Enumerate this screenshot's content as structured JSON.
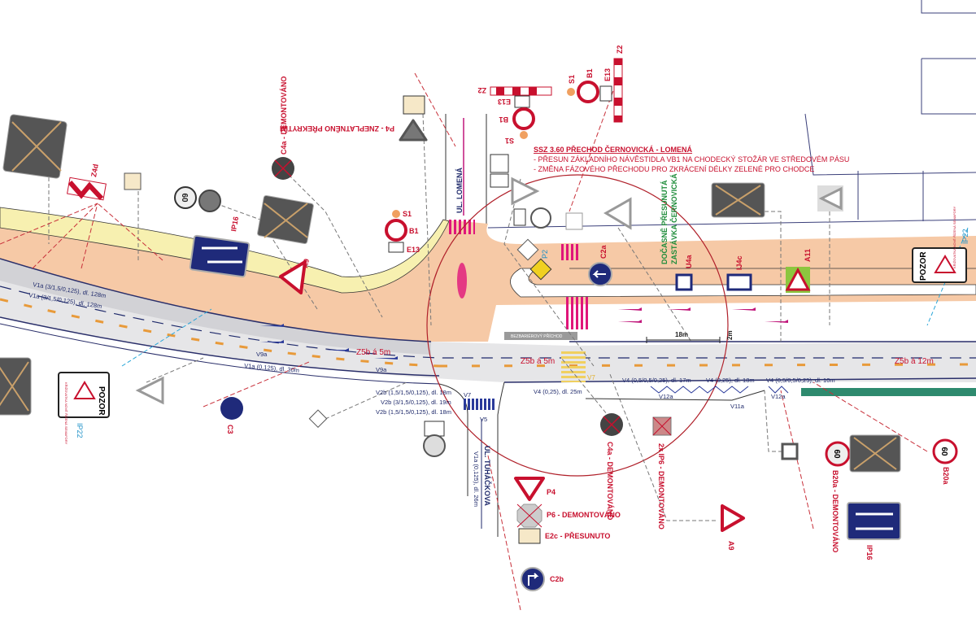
{
  "title": {
    "heading": "SSZ 3.60 PŘECHOD ČERNOVICKÁ - LOMENÁ",
    "note1": "- PŘESUN ZÁKLADNÍHO NÁVĚSTIDLA VB1 NA CHODECKÝ STOŽÁR VE STŘEDOVÉM PÁSU",
    "note2": "- ZMĚNA FÁZOVÉHO PŘECHODU PRO ZKRÁCENÍ DÉLKY ZELENÉ PRO CHODCE"
  },
  "streets": {
    "lomena": "UL. LOMENÁ",
    "tuhackova": "UL. TUHÁČKOVA"
  },
  "stop_note": {
    "line1": "DOČASNĚ PŘESUNUTÁ",
    "line2": "ZASTÁVKA ČERNOVICKÁ"
  },
  "sign_labels": {
    "z4d": "Z4d",
    "ip16_left": "IP16",
    "ip16_right": "IP16",
    "a9_top": "A9",
    "a9_bottom": "A9",
    "c4a_top": "C4a - DEMONTOVÁNO",
    "p4_top": "P4 - ZNEPLATNĚNO PŘEKRYTÍM",
    "s1_a": "S1",
    "b1_a": "B1",
    "e13_a": "E13",
    "z2_a": "Z2",
    "s1_b": "S1",
    "b1_b": "B1",
    "e13_b": "E13",
    "z2_b": "Z2",
    "s1_c": "S1",
    "b1_c": "B1",
    "e13_c": "E13",
    "p2": "P2",
    "c2a": "C2a",
    "u4a": "U4a",
    "ij4c": "IJ4c",
    "a11": "A11",
    "ip22_right": "IP22",
    "ip22_left": "IP22",
    "c3": "C3",
    "p4": "P4",
    "p6": "P6 - DEMONTOVÁNO",
    "e2c": "E2c - PŘESUNUTO",
    "c2b": "C2b",
    "c4a_bottom": "C4a - DEMONTOVÁNO",
    "ip6": "2x IP6 - DEMONTOVÁNO",
    "b20a_bottom": "B20a - DEMONTOVÁNO",
    "b20a_right": "B20a",
    "speed_60": "60",
    "pozor": "POZOR",
    "pozor_sub": "KŘIŽOVATKA NOVĚ ŘÍZENÁ SEMAFORY"
  },
  "markings": {
    "v1a_1": "V1a (3/1,5/0,125), dl. 128m",
    "v1a_2": "V1a (3/1,5/0,125), dl. 128m",
    "v1a_3": "V1a (0,125), dl. 30m",
    "v1a_4": "V1a (0,125), dl. 26m",
    "v9a_1": "V9a",
    "v9a_2": "V9a",
    "z5b_1": "Z5b á 5m",
    "z5b_2": "Z5b á 5m",
    "z5b_3": "Z5b á 12m",
    "v2b_1": "V2b (1,5/1,5/0,125), dl. 18m",
    "v2b_2": "V2b (3/1,5/0,125), dl. 19m",
    "v2b_3": "V2b (1,5/1,5/0,125), dl. 18m",
    "v7_a": "V7",
    "v7_b": "V7",
    "v5": "V5",
    "v4_1": "V4 (0,25), dl. 25m",
    "v4_2": "V4 (0,5/0,5/0,25), dl. 17m",
    "v4_3": "V4 (0,25), dl. 18m",
    "v4_4": "V4 (0,5/0,5/0,25), dl. 10m",
    "v12a_1": "V12a",
    "v12a_2": "V12a",
    "v11a": "V11a",
    "dim_18m": "18m",
    "dim_2m": "2m",
    "barrier_free": "BEZBARIÉROVÝ PŘÍCHOD"
  },
  "colors": {
    "road": "#e6e6e8",
    "road_dark": "#d2d2d6",
    "sidewalk_change": "#f6c9a6",
    "verge": "#f7f0b0",
    "crossing": "#e0157a",
    "lane_blue": "#1f2a6b",
    "sign_red": "#c8102e",
    "sign_blue": "#1f2a7a",
    "tram_green": "#2e8a6e",
    "radius": "#b0202a"
  }
}
